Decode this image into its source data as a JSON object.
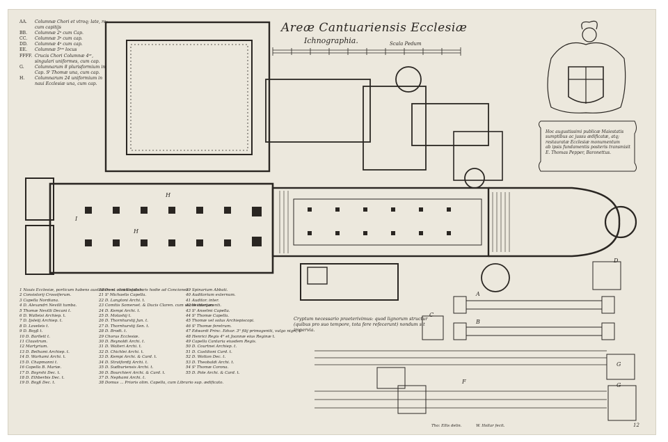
{
  "title": "Areæ Cantuariensis Ecclesiæ",
  "subtitle": "Ichnographia.",
  "scale_label": "Scala Pedum",
  "legend_top": [
    {
      "key": "AA.",
      "text": "Columnæ Chori et vtroq; late, re; cum capitijs"
    },
    {
      "key": "BB.",
      "text": "Columnæ 2ᵃ cum Cap."
    },
    {
      "key": "CC.",
      "text": "Columnæ 3ᵃ cum cap."
    },
    {
      "key": "DD.",
      "text": "Columnæ 4ᵃ cum cap."
    },
    {
      "key": "EE.",
      "text": "Columnæ 5ᵗᵘˢ locus"
    },
    {
      "key": "FFFF.",
      "text": "Crucis Chori Columnæ 4ᵒʳ, singulari uniformes, cum cap."
    },
    {
      "key": "G.",
      "text": "Columnarum 8 plurisformium in Cap. Sᵗ Thomæ una, cum cap."
    },
    {
      "key": "H.",
      "text": "Columnarum 24 uniformium in naui Ecclesiæ una, cum cap."
    }
  ],
  "legend_col1": [
    "1 Nauis Ecclesiæ, porticum habens australem et occidentalem.",
    "2 Consistorij Crossiferum.",
    "3 Capella Nordiana.",
    "4 D. Alexandri Nevilli tumba.",
    "5 Thomæ Nevilli Decani t.",
    "6 D. Walleisi Archiep. t.",
    "7 D. Ijsleiij Archiep. t.",
    "8 D. Loveleis t.",
    "9 D. Boyß t.",
    "10 D. Barllett t.",
    "11 Claustrum.",
    "12 Martyrium.",
    "13 D. Bethami Archiep. t.",
    "14 D. Warhami Archi. t.",
    "15 D. Chapmanni t.",
    "16 Capella B. Mariæ.",
    "17 D. Boyrshi Dec. t.",
    "18 D. Ethberbis Dec. t.",
    "19 D. Boyß Dec. t."
  ],
  "legend_col2": [
    "20 Dom. olim Capitularis hodie ad Conciones.",
    "21 Sᵗ Michaelis Capella.",
    "22 D. Langtoni Archi. t.",
    "23 Comitis Somerset. & Ducis Claren. cum uxore interjacenti.",
    "24 D. Kempi Archi. t.",
    "25 D. Molashij t.",
    "26 D. Thornhurstij Jun. t.",
    "27 D. Thornhurstij Sen. t.",
    "28 D. Brodt. t.",
    "29 Chorus Ecclesiæ.",
    "30 D. Reynoldi Archi. t.",
    "31 D. Walteri Archi. t.",
    "32 D. Chichlei Archi. t.",
    "33 D. Kempi Archi. & Card. t.",
    "34 D. Stratfordij Archi. t.",
    "35 D. Sudburiensis Archi. t.",
    "36 D. Bourchieri Archi. & Card. t.",
    "37 D. Nephami Archi. t.",
    "38 Domus ... Prioris olim. Capella, cum Librario sup. ædificato."
  ],
  "legend_col3": [
    "39 Spinarium Abbati.",
    "40 Auditorium externum.",
    "41 Auditor. inter.",
    "42 Vestiarium.",
    "43 Sᵗ Anselmi Capella.",
    "44 Sᵗ Thomæ Capella.",
    "45 Thomæ vel solus Archiepiscopi.",
    "46 Sᵗ Thomæ feretrum.",
    "47 Edwardi Princ. Edvar. 3ᵗⁱ filij primogeniti, vulgo nigri, t.",
    "48 Henrici Regis 4ᵗⁱ et Joannæ eius Reginæ t.",
    "49 Capella Cantaria eiusdem Regis.",
    "50 D. Courtnei Archiep. t.",
    "51 D. Castilioni Card. t.",
    "52 D. Wotton Dec. t.",
    "53 D. Theobaldi Archi. t.",
    "54 Sᵗ Thomæ Corona.",
    "55 D. Pole Archi. & Card. t."
  ],
  "crypt_note": "Cryptum necessario praeterivimus: quod lignorum structur (quibus pro suo tempore, tota fere refecerunt) nondum sit impervia.",
  "dedication": [
    "Hoc augustissimi publicæ Maiestatis sumptibus ac jussu ædificatæ, atq; restauratæ Ecclesiæ monumentum",
    "ab ipsis fundamentis posteris transmisit",
    "E. Thomas Pepper, Baronettus."
  ],
  "signature_left": "Tho: Ellis delin.",
  "signature_right": "W. Hollar fecit.",
  "page_number": "12",
  "plan_letters": [
    "A",
    "B",
    "C",
    "D",
    "F",
    "G",
    "H",
    "I"
  ],
  "colors": {
    "ink": "#2a2622",
    "paper": "#ece8dd",
    "mat": "#ffffff"
  }
}
